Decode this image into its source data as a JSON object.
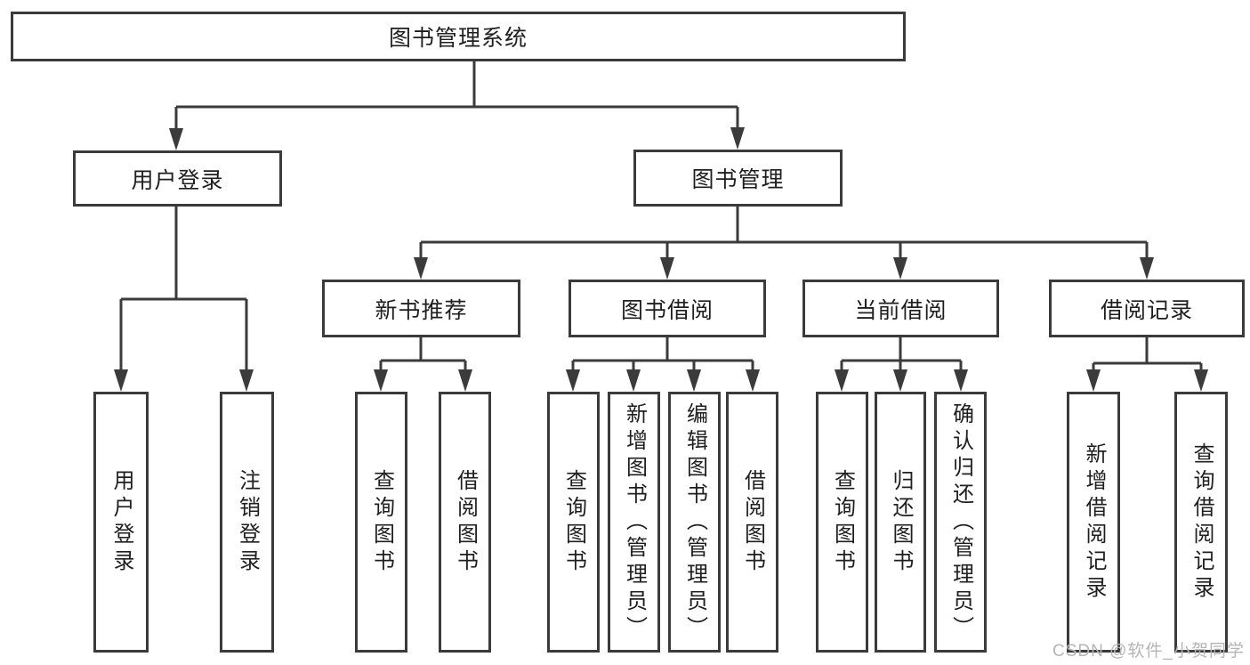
{
  "diagram_type": "hierarchy-tree",
  "colors": {
    "background": "#ffffff",
    "line": "#3b3b3b",
    "box_border": "#3b3b3b",
    "text": "#1f1f1f",
    "watermark": "#b5b5b5"
  },
  "tree": {
    "label": "图书管理系统",
    "children": [
      {
        "label": "用户登录",
        "children": [
          {
            "label": "用户登录"
          },
          {
            "label": "注销登录"
          }
        ]
      },
      {
        "label": "图书管理",
        "children": [
          {
            "label": "新书推荐",
            "children": [
              {
                "label": "查询图书"
              },
              {
                "label": "借阅图书"
              }
            ]
          },
          {
            "label": "图书借阅",
            "children": [
              {
                "label": "查询图书"
              },
              {
                "label": "新增图书（管理员）"
              },
              {
                "label": "编辑图书（管理员）"
              },
              {
                "label": "借阅图书"
              }
            ]
          },
          {
            "label": "当前借阅",
            "children": [
              {
                "label": "查询图书"
              },
              {
                "label": "归还图书"
              },
              {
                "label": "确认归还（管理员）"
              }
            ]
          },
          {
            "label": "借阅记录",
            "children": [
              {
                "label": "新增借阅记录"
              },
              {
                "label": "查询借阅记录"
              }
            ]
          }
        ]
      }
    ]
  },
  "watermark": {
    "text": "CSDN @软件_小贺同学"
  }
}
